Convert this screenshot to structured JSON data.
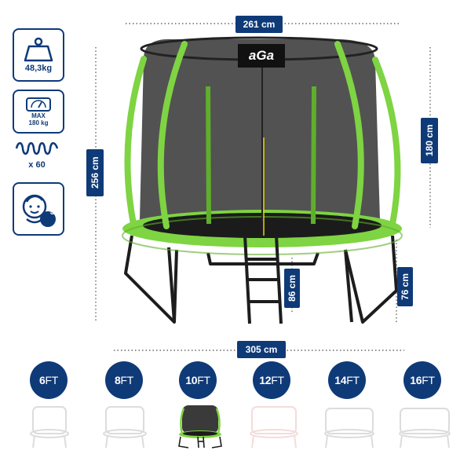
{
  "brand_logo": "aGa",
  "colors": {
    "navy": "#0f3a78",
    "lime": "#7ed442",
    "frame": "#1d1d1d",
    "net": "#3a3a3a"
  },
  "dimensions": {
    "top_width": "261 cm",
    "net_height": "180 cm",
    "total_height": "256 cm",
    "base_width": "305 cm",
    "ladder_height": "86 cm",
    "leg_height": "76 cm"
  },
  "specs": {
    "weight": {
      "icon": "weight-icon",
      "value": "48,3kg"
    },
    "max_load": {
      "icon": "scale-icon",
      "label": "MAX",
      "value": "180 kg"
    },
    "springs": {
      "icon": "spring-icon",
      "value": "x 60"
    },
    "age": {
      "icon": "child-icon",
      "value": "3+"
    }
  },
  "sizes": [
    {
      "num": "6",
      "unit": "FT"
    },
    {
      "num": "8",
      "unit": "FT"
    },
    {
      "num": "10",
      "unit": "FT"
    },
    {
      "num": "12",
      "unit": "FT"
    },
    {
      "num": "14",
      "unit": "FT"
    },
    {
      "num": "16",
      "unit": "FT"
    }
  ]
}
